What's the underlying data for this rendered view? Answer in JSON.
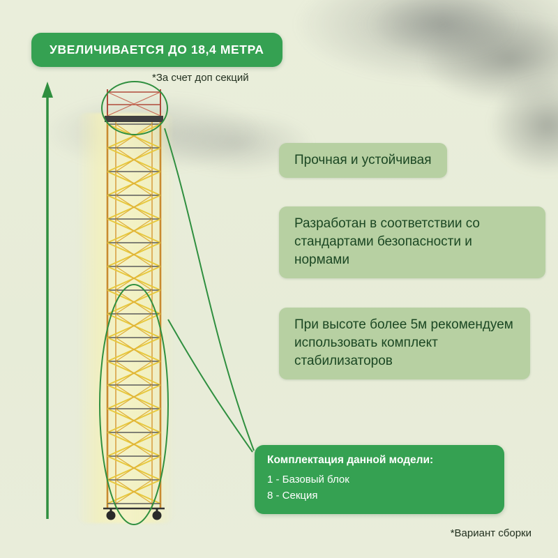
{
  "page": {
    "banner": "УВЕЛИЧИВАЕТСЯ ДО 18,4 МЕТРА",
    "banner_note": "*За счет доп секций",
    "footnote": "*Вариант сборки"
  },
  "badges": [
    {
      "label": "Прочная и устойчивая"
    },
    {
      "label": "Разработан в соответствии со стандартами безопасности и нормами"
    },
    {
      "label": "При высоте более 5м рекомендуем использовать комплект стабилизаторов"
    }
  ],
  "kit": {
    "title": "Комплектация данной модели:",
    "items": [
      "1 - Базовый блок",
      "8 - Секция"
    ]
  },
  "colors": {
    "accent_green": "#35a152",
    "badge_green": "#b7d0a2",
    "badge_text": "#1b4723",
    "annotation_green": "#2f8f3f",
    "tower_orange": "#c98a2f",
    "tower_yellow": "#e7c83d"
  }
}
